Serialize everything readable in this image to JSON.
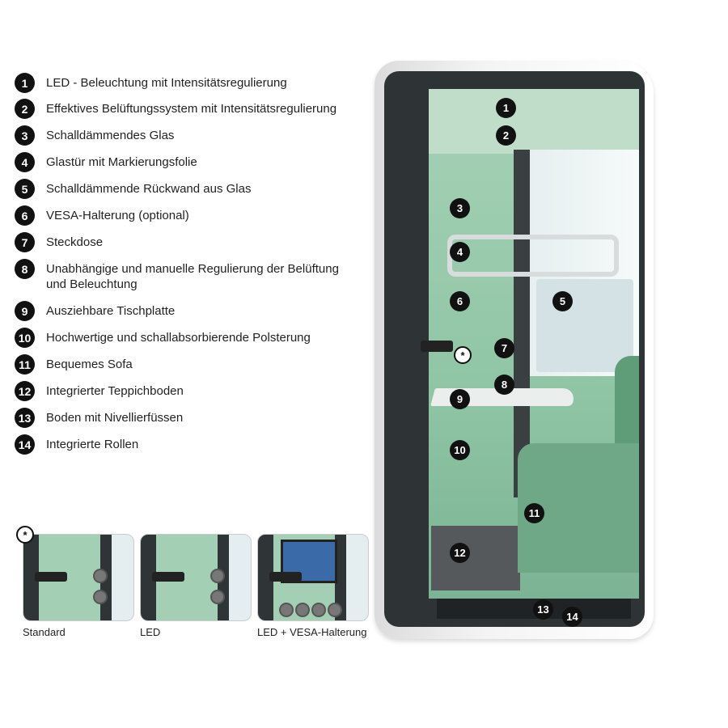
{
  "legend": [
    {
      "n": "1",
      "text": "LED - Beleuchtung mit Intensitätsregulierung"
    },
    {
      "n": "2",
      "text": "Effektives Belüftungssystem mit Intensitätsregulierung"
    },
    {
      "n": "3",
      "text": "Schalldämmendes Glas"
    },
    {
      "n": "4",
      "text": "Glastür mit Markierungsfolie"
    },
    {
      "n": "5",
      "text": "Schalldämmende Rückwand aus Glas"
    },
    {
      "n": "6",
      "text": "VESA-Halterung (optional)"
    },
    {
      "n": "7",
      "text": "Steckdose"
    },
    {
      "n": "8",
      "text": "Unabhängige und manuelle Regulierung der Belüftung und Beleuchtung"
    },
    {
      "n": "9",
      "text": "Ausziehbare Tischplatte"
    },
    {
      "n": "10",
      "text": "Hochwertige und schallabsorbierende Polsterung"
    },
    {
      "n": "11",
      "text": "Bequemes Sofa"
    },
    {
      "n": "12",
      "text": "Integrierter Teppichboden"
    },
    {
      "n": "13",
      "text": "Boden mit Nivellierfüssen"
    },
    {
      "n": "14",
      "text": "Integrierte Rollen"
    }
  ],
  "star_symbol": "*",
  "variants": [
    {
      "label": "Standard"
    },
    {
      "label": "LED"
    },
    {
      "label": "LED + VESA-Halterung"
    }
  ]
}
